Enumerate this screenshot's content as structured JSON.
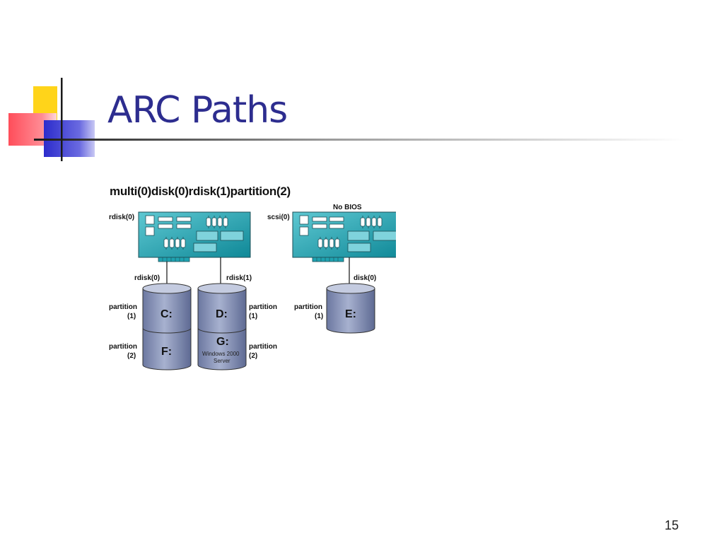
{
  "slide": {
    "title": "ARC Paths",
    "page_number": "15"
  },
  "diagram": {
    "arc_path": "multi(0)disk(0)rdisk(1)partition(2)",
    "no_bios_label": "No BIOS",
    "controller_left_label": "rdisk(0)",
    "controller_right_label": "scsi(0)",
    "disk_labels": {
      "rdisk0": "rdisk(0)",
      "rdisk1": "rdisk(1)",
      "disk0": "disk(0)"
    },
    "partition_word": "partition",
    "partition_1": "(1)",
    "partition_2": "(2)",
    "drives": {
      "c": "C:",
      "d": "D:",
      "e": "E:",
      "f": "F:",
      "g": "G:"
    },
    "g_caption_line1": "Windows 2000",
    "g_caption_line2": "Server"
  },
  "colors": {
    "title": "#2d2d8f",
    "card": "#1fa2b0",
    "disk": "#8a96b8"
  }
}
